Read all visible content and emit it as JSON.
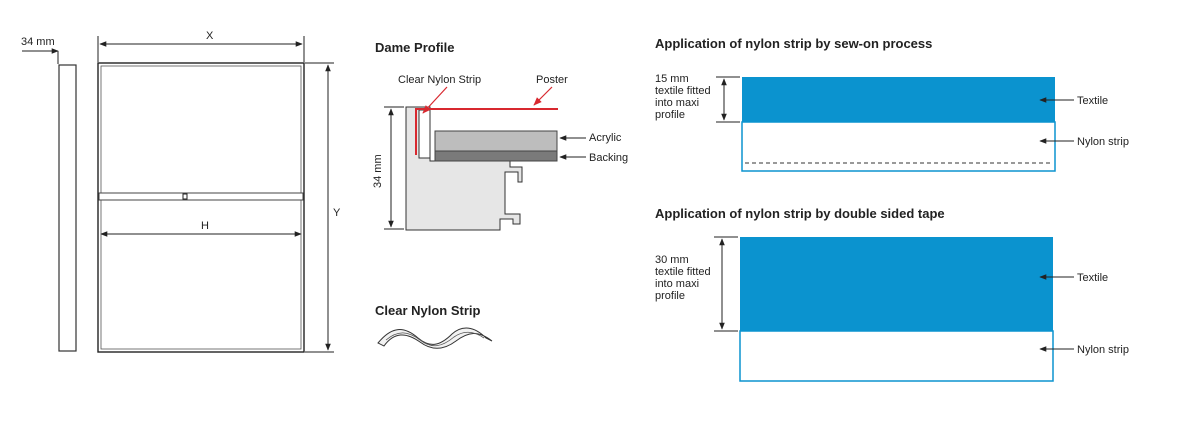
{
  "frame": {
    "depth_label": "34 mm",
    "width_label": "X",
    "height_label": "Y",
    "split_label": "H"
  },
  "profile": {
    "title": "Dame Profile",
    "clear_nylon_strip": "Clear Nylon Strip",
    "poster": "Poster",
    "acrylic": "Acrylic",
    "backing": "Backing",
    "height_label": "34 mm"
  },
  "strip_sample": {
    "title": "Clear Nylon Strip"
  },
  "sew_on": {
    "title": "Application of nylon strip by sew-on process",
    "note_lines": [
      "15 mm",
      "textile fitted",
      "into maxi",
      "profile"
    ],
    "textile": "Textile",
    "nylon_strip": "Nylon strip"
  },
  "tape": {
    "title": "Application of nylon strip by double sided tape",
    "note_lines": [
      "30 mm",
      "textile fitted",
      "into maxi",
      "profile"
    ],
    "textile": "Textile",
    "nylon_strip": "Nylon strip"
  },
  "colors": {
    "textile_blue": "#0b93cf",
    "poster_red": "#d8282f",
    "profile_grey": "#e6e6e6",
    "acrylic_grey": "#bdbdbd",
    "backing_grey": "#7a7a7a"
  }
}
